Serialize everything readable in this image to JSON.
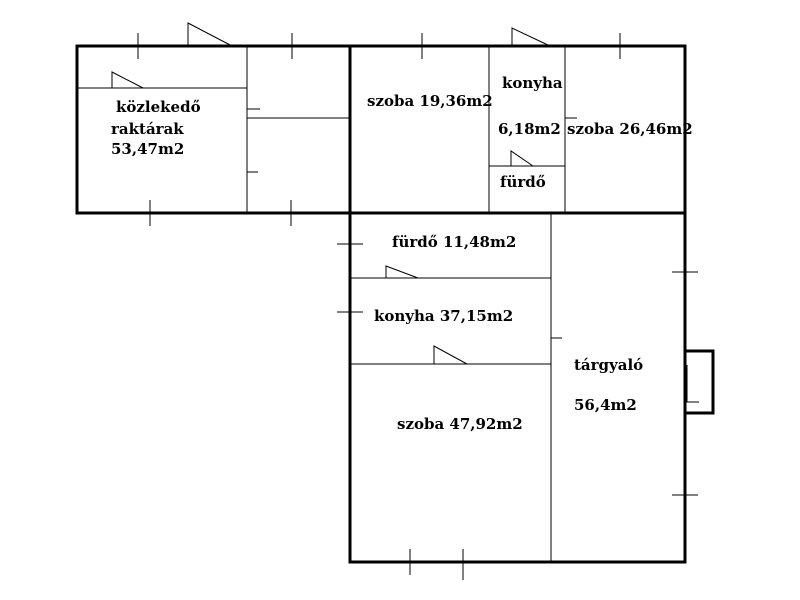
{
  "colors": {
    "background": "#ffffff",
    "line": "#000000"
  },
  "rooms": {
    "kozlekedo": {
      "name1": "közlekedő",
      "name2": "raktárak",
      "area": "53,47m2"
    },
    "szoba1": {
      "label": "szoba 19,36m2"
    },
    "konyha1": {
      "name": "konyha",
      "area": "6,18m2"
    },
    "szoba2": {
      "label": "szoba 26,46m2"
    },
    "furdo1": {
      "name": "fürdő"
    },
    "furdo2": {
      "label": "fürdő 11,48m2"
    },
    "konyha2": {
      "label": "konyha 37,15m2"
    },
    "szoba3": {
      "label": "szoba  47,92m2"
    },
    "targyalo": {
      "name": "tárgyaló",
      "area": "56,4m2"
    }
  }
}
